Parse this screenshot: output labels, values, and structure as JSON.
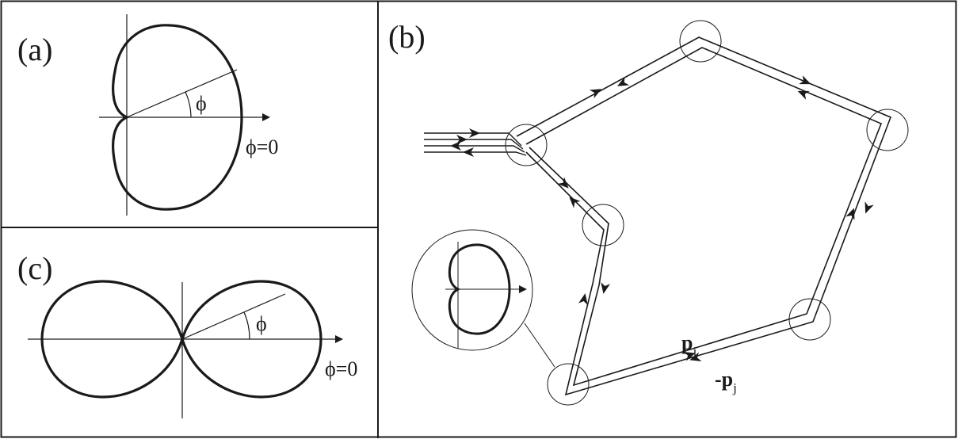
{
  "panels": {
    "a": {
      "label": "(a)",
      "angle_label": "ϕ",
      "zero_label": "ϕ=0"
    },
    "b": {
      "label": "(b)",
      "p_label": "p",
      "p_sub": "j",
      "neg_label": "-p",
      "neg_sub": "j"
    },
    "c": {
      "label": "(c)",
      "angle_label": "ϕ",
      "zero_label": "ϕ=0"
    }
  },
  "colors": {
    "ink": "#1a1a1a",
    "background": "#ffffff"
  }
}
